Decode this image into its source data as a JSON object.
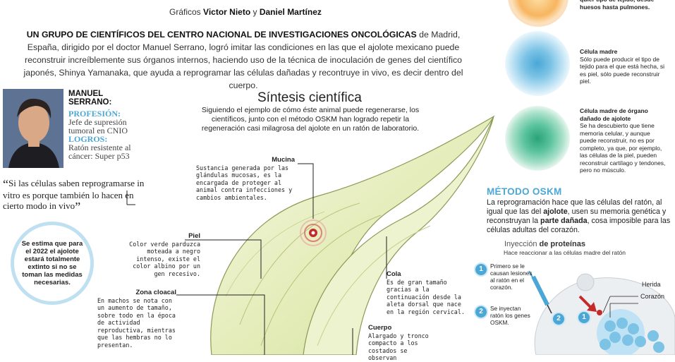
{
  "credits": {
    "prefix": "Gráficos",
    "author1": "Victor Nieto",
    "joiner": "y",
    "author2": "Daniel Martínez"
  },
  "intro": {
    "lead": "UN GRUPO DE CIENTÍFICOS DEL CENTRO NACIONAL DE INVESTIGACIONES ONCOLÓGICAS",
    "body": " de Madrid, España, dirigido por el doctor Manuel Serrano, logró imitar las condiciones en las que el ajolote mexicano puede reconstruir increíblemente sus órganos internos, haciendo uso de la técnica de inoculación de genes del científico japonés, Shinya Yamanaka, que ayuda a reprogramar las células dañadas y recontruye in vivo, es decir dentro del cuerpo."
  },
  "profile": {
    "name_line1": "MANUEL",
    "name_line2": "SERRANO:",
    "profession_label": "PROFESIÓN:",
    "profession_value": "Jefe de supresión tumoral en CNIO",
    "achievements_label": "LOGROS:",
    "achievements_value": "Ratón resistente al cáncer: Super p53",
    "quote": "Si las células saben reprogramarse in vitro es porque también lo hacen en cierto modo in vivo"
  },
  "extinction_note": "Se estima que para el 2022 el ajolote estará totalmente extinto si no se toman las medidas necesarias.",
  "synthesis": {
    "title": "Síntesis científica",
    "description": "Siguiendo el ejemplo de cómo éste animal puede regenerarse, los científicos, junto con el método OSKM han logrado repetir la regeneración casi milagrosa del ajolote en un ratón de laboratorio."
  },
  "labels": {
    "mucina": {
      "title": "Mucina",
      "text": "Sustancia generada por las glándulas mucosas, es la encargada de proteger al animal contra infecciones y cambios ambientales."
    },
    "piel": {
      "title": "Piel",
      "text": "Color verde parduzca moteada a negro intenso, existe el color albino por un gen recesivo."
    },
    "zona": {
      "title": "Zona cloacal",
      "text": "En machos se nota con un aumento de tamaño, sobre todo en la época de actividad reproductiva, mientras que las hembras no lo presentan."
    },
    "cola": {
      "title": "Cola",
      "text": "Es de gran tamaño gracias a la continuación desde la aleta dorsal que nace en la región cervical."
    },
    "cuerpo": {
      "title": "Cuerpo",
      "text": "Alargado y tronco compacto a los costados se observan"
    }
  },
  "cells": {
    "top_partial": "quier tipo de tejido, desde huesos hasta pulmones.",
    "madre": {
      "title": "Célula madre",
      "text": "Sólo puede producir el tipo de tejido para el que está hecha, si es piel, sólo puede reconstruir piel."
    },
    "organo": {
      "title": "Célula madre de órgano dañado de ajolote",
      "text": "Se ha descubierto que tiene memoria celular, y aunque puede reconstruir, no es por completo, ya que, por ejemplo, las células de la piel, pueden reconstruir cartílago y tendones, pero no músculo."
    }
  },
  "oskm": {
    "title": "MÉTODO OSKM",
    "desc_a": "La reprogramación hace que las células del ratón, al igual que las del ",
    "desc_b": "ajolote",
    "desc_c": ", usen su memoria genética y reconstruyan la ",
    "desc_d": "parte dañada",
    "desc_e": ", cosa imposible para las células adultas del corazón.",
    "injection_a": "Inyección ",
    "injection_b": "de proteínas",
    "injection_sub": "Hace reaccionar a las células madre del ratón",
    "step1_num": "1",
    "step1": "Primero se le causan lesiones al ratón en el corazón.",
    "step2_num": "2",
    "step2": "Se inyectan ratón los genes OSKM.",
    "herida": "Herida",
    "corazon": "Corazón",
    "badge2": "2",
    "badge1": "1"
  },
  "colors": {
    "accent": "#4aa7d6",
    "leaf": "#e9f0c6",
    "pulse": "#c42a2a"
  }
}
